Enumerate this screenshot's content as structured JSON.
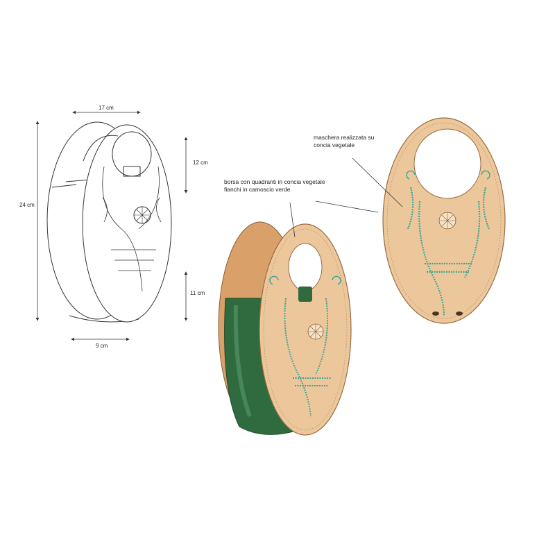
{
  "dimensions": {
    "width_top": "17 cm",
    "height_total": "24 cm",
    "height_upper": "12 cm",
    "height_lower": "11 cm",
    "depth_bottom": "9 cm"
  },
  "notes": {
    "mask_line1": "maschera realizzata su",
    "mask_line2": "concia vegetale",
    "bag_line1": "borsa con quadranti in concia vegetale",
    "bag_line2": "fianchi in camoscio verde"
  },
  "colors": {
    "leather": "#ecc79c",
    "leather_dark": "#d9a06a",
    "suede_green": "#2f6b3f",
    "stitch_teal": "#3aa58f",
    "ink": "#333333"
  }
}
